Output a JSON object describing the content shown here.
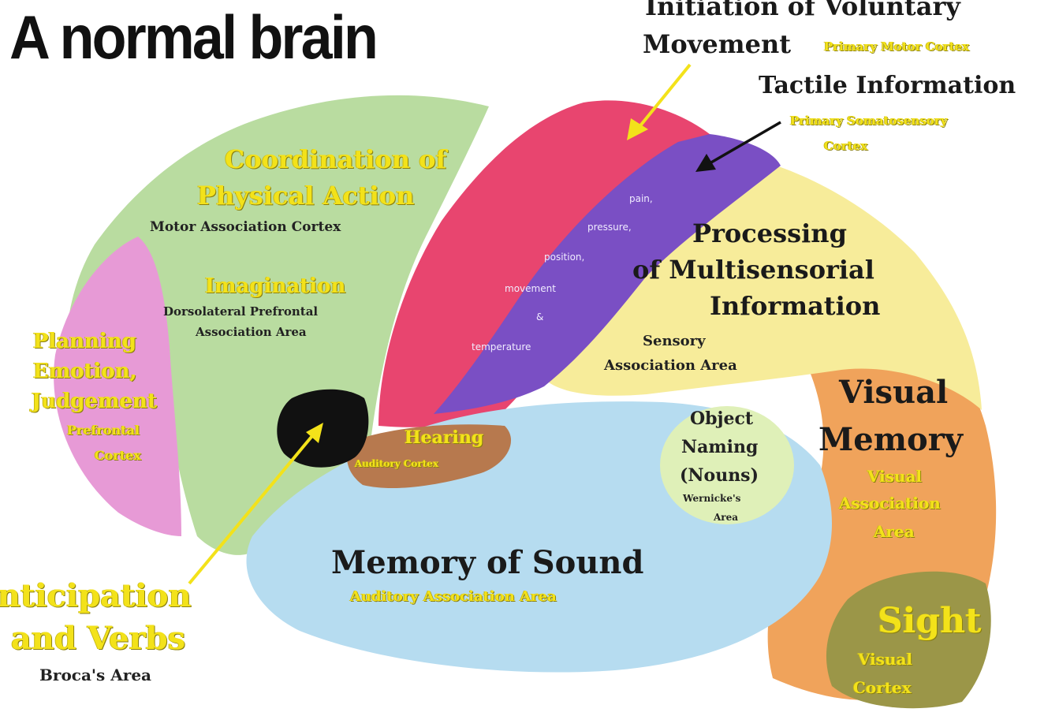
{
  "title": "A normal brain",
  "colors": {
    "frontal_green": "#b9dca0",
    "prefrontal_pink": "#e79ad6",
    "motor_red": "#e8456f",
    "somatosensory_purple": "#7a4fc4",
    "parietal_yellow": "#f7ec9a",
    "occipital_orange": "#f0a35b",
    "temporal_blue": "#b6dcf0",
    "broca_black": "#111111",
    "auditory_brown": "#b7794e",
    "visual_olive": "#9b9648",
    "label_yellow": "#f3e21a"
  },
  "labels": {
    "motor": {
      "title_line1": "Initiation of Voluntary",
      "title_line2": "Movement",
      "sub": "Primary Motor Cortex"
    },
    "tactile": {
      "title": "Tactile Information",
      "sub_line1": "Primary Somatosensory",
      "sub_line2": "Cortex"
    },
    "coordination": {
      "line1": "Coordination of",
      "line2": "Physical Action",
      "sub": "Motor Association Cortex"
    },
    "imagination": {
      "title": "Imagination",
      "sub_line1": "Dorsolateral Prefrontal",
      "sub_line2": "Association Area"
    },
    "planning": {
      "line1": "Planning",
      "line2": "Emotion,",
      "line3": "Judgement",
      "sub_line1": "Prefrontal",
      "sub_line2": "Cortex"
    },
    "somatosensory_items": [
      "pain,",
      "pressure,",
      "position,",
      "movement",
      "&",
      "temperature"
    ],
    "processing": {
      "line1": "Processing",
      "line2": "of Multisensorial",
      "line3": "Information",
      "sub_line1": "Sensory",
      "sub_line2": "Association Area"
    },
    "hearing": {
      "title": "Hearing",
      "sub": "Auditory Cortex"
    },
    "object_naming": {
      "line1": "Object",
      "line2": "Naming",
      "line3": "(Nouns)",
      "sub_line1": "Wernicke's",
      "sub_line2": "Area"
    },
    "visual_memory": {
      "line1": "Visual",
      "line2": "Memory",
      "sub_line1": "Visual",
      "sub_line2": "Association",
      "sub_line3": "Area"
    },
    "memory_sound": {
      "title": "Memory of Sound",
      "sub": "Auditory Association Area"
    },
    "anticipation": {
      "line1": "Anticipation",
      "line2": "and Verbs",
      "sub": "Broca's Area"
    },
    "sight": {
      "title": "Sight",
      "sub_line1": "Visual",
      "sub_line2": "Cortex"
    }
  }
}
